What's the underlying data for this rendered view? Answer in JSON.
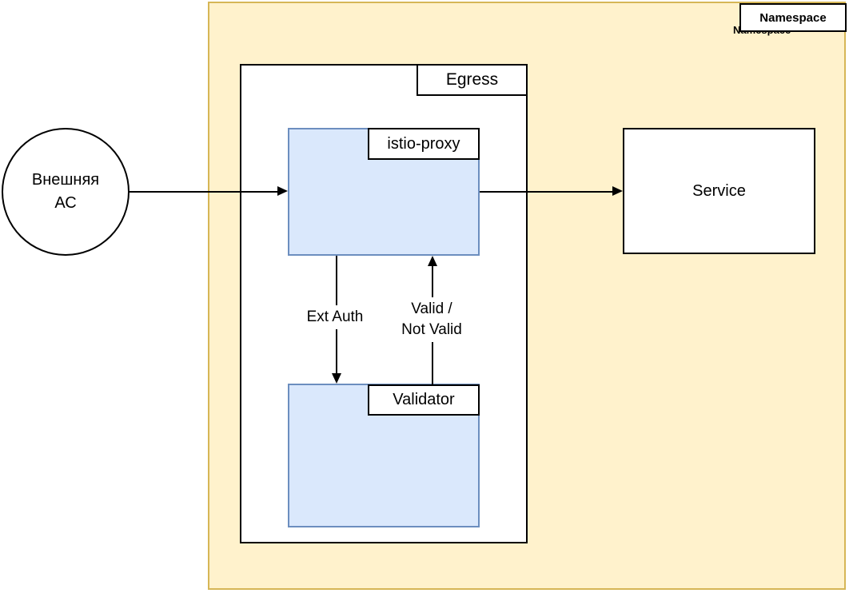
{
  "colors": {
    "canvas_bg": "#ffffff",
    "namespace_fill": "#fff2cc",
    "namespace_stroke": "#d6b656",
    "node_fill": "#dae8fc",
    "node_stroke": "#6c8ebf",
    "line": "#000000"
  },
  "nodes": {
    "namespace": {
      "label": "Namespace",
      "clipped_label": "Namespace"
    },
    "egress": {
      "label": "Egress"
    },
    "istio_proxy": {
      "label": "istio-proxy"
    },
    "validator": {
      "label": "Validator"
    },
    "service": {
      "label": "Service"
    },
    "external_system": {
      "label_line1": "Внешняя",
      "label_line2": "АС"
    }
  },
  "edges": {
    "ext_auth": {
      "label": "Ext Auth"
    },
    "validation_result": {
      "label_line1": "Valid /",
      "label_line2": "Not Valid"
    }
  }
}
